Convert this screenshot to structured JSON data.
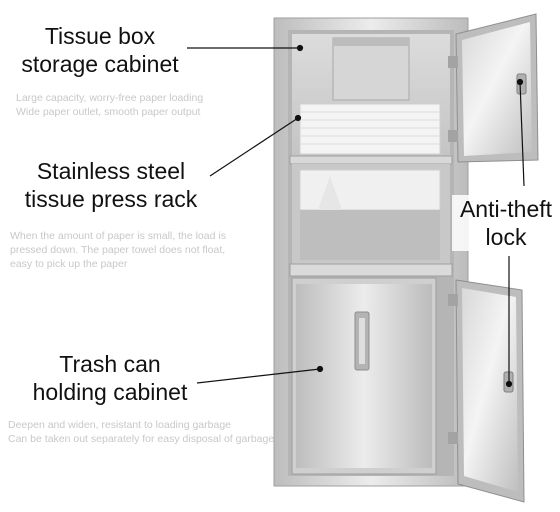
{
  "labels": {
    "tissue_box": [
      "Tissue box",
      "storage cabinet"
    ],
    "press_rack": [
      "Stainless steel",
      "tissue press rack"
    ],
    "lock": [
      "Anti-theft",
      "lock"
    ],
    "trash": [
      "Trash can",
      "holding cabinet"
    ]
  },
  "descriptions": {
    "tissue_box": [
      "Large capacity, worry-free paper loading",
      "Wide paper outlet, smooth paper output"
    ],
    "press_rack": [
      "When the amount of paper is small, the load is",
      "pressed down. The paper towel does not float,",
      "easy to pick up the paper"
    ],
    "trash": [
      "Deepen and widen, resistant to loading garbage",
      "Can be taken out separately for easy disposal of garbage"
    ]
  },
  "colors": {
    "steel_light": "#e4e4e4",
    "steel_mid": "#c9c9c9",
    "steel_dark": "#9a9a9a",
    "paper": "#f3f3f3",
    "text": "#111111",
    "desc": "#c8c8c8"
  }
}
